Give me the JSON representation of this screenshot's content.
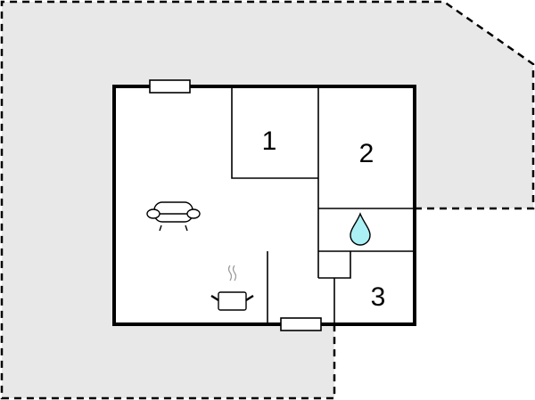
{
  "diagram": {
    "type": "floor-plan",
    "colors": {
      "background": "#ffffff",
      "terrace": "#e8e8e8",
      "wall": "#000000",
      "window_fill": "#ffffff",
      "water": "#aaf0f5",
      "steam": "#9a9a9a"
    },
    "rooms": [
      {
        "id": "room-1",
        "label": "1",
        "type": "bedroom"
      },
      {
        "id": "room-2",
        "label": "2",
        "type": "bedroom"
      },
      {
        "id": "room-3",
        "label": "3",
        "type": "bedroom"
      }
    ],
    "icons": [
      {
        "name": "sofa-icon",
        "meaning": "living room"
      },
      {
        "name": "cooking-pot-icon",
        "meaning": "kitchen"
      },
      {
        "name": "water-drop-icon",
        "meaning": "bathroom"
      }
    ],
    "windows": [
      {
        "position": "top-wall"
      },
      {
        "position": "bottom-wall"
      }
    ],
    "outline": {
      "style": "dashed",
      "meaning": "terrace / plot boundary"
    }
  }
}
